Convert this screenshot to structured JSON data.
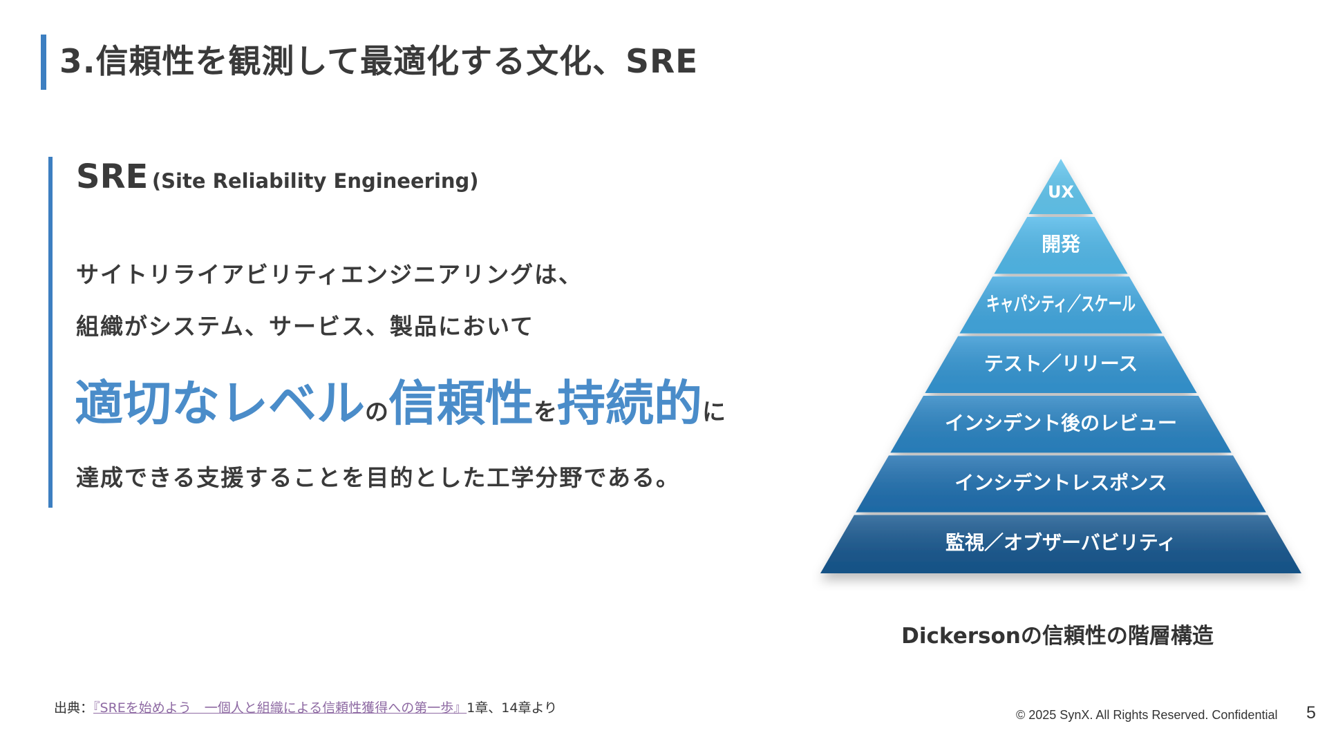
{
  "header": {
    "title": "3.信頼性を観測して最適化する文化、SRE"
  },
  "definition": {
    "heading_main": "SRE",
    "heading_sub": "(Site Reliability Engineering)",
    "line1": "サイトリライアビリティエンジニアリングは、",
    "line2": "組織がシステム、サービス、製品において",
    "emphasis": [
      {
        "text": "適切なレベル",
        "type": "em"
      },
      {
        "text": "の",
        "type": "conn"
      },
      {
        "text": "信頼性",
        "type": "em"
      },
      {
        "text": "を",
        "type": "conn"
      },
      {
        "text": "持続的",
        "type": "em"
      },
      {
        "text": "に",
        "type": "conn"
      }
    ],
    "line4": "達成できる支援することを目的とした工学分野である。"
  },
  "pyramid": {
    "caption": "Dickersonの信頼性の階層構造",
    "levels": [
      {
        "label": "UX",
        "color": "#62c6ef"
      },
      {
        "label": "開発",
        "color": "#52b9ea"
      },
      {
        "label": "キャパシティ／スケール",
        "color": "#42a8e0"
      },
      {
        "label": "テスト／リリース",
        "color": "#3496d3"
      },
      {
        "label": "インシデント後のレビュー",
        "color": "#2a84c3"
      },
      {
        "label": "インシデントレスポンス",
        "color": "#2070b0"
      },
      {
        "label": "監視／オブザーバビリティ",
        "color": "#17578f"
      }
    ]
  },
  "footer": {
    "source_prefix": "出典：",
    "source_link": "『SREを始めよう　一個人と組織による信頼性獲得への第一歩』",
    "source_suffix": "1章、14章より",
    "copyright": "© 2025 SynX. All Rights Reserved. Confidential",
    "page_number": "5"
  }
}
